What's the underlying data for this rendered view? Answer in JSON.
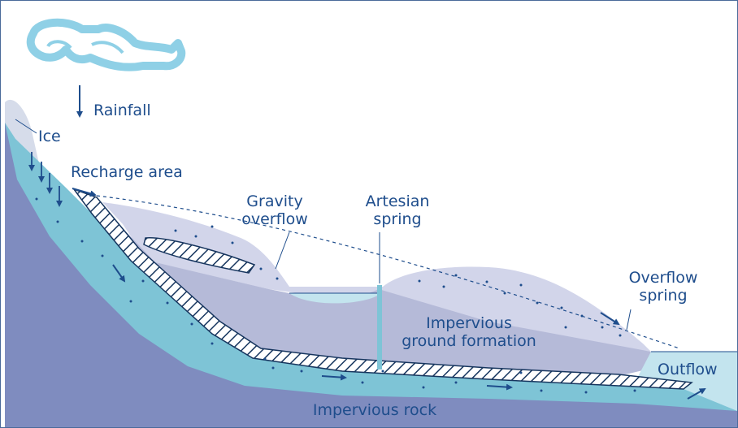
{
  "labels": {
    "rainfall": "Rainfall",
    "ice": "Ice",
    "recharge_area": "Recharge area",
    "gravity_overflow": "Gravity\noverflow",
    "artesian_spring": "Artesian\nspring",
    "overflow_spring": "Overflow\nspring",
    "impervious_ground_formation": "Impervious\nground formation",
    "outflow": "Outflow",
    "impervious_rock": "Impervious rock"
  },
  "colors": {
    "label_text": "#1e4d8c",
    "cloud": "#8fd0e6",
    "ice": "#d6dcea",
    "saturated_zone": "#7ec4d6",
    "impervious_rock": "#7f8cbf",
    "impervious_ground": "#b5bad8",
    "upper_sediment": "#d2d5ea",
    "surface_water": "#c3e4ee",
    "aquifer_hatch": "#16355e"
  }
}
